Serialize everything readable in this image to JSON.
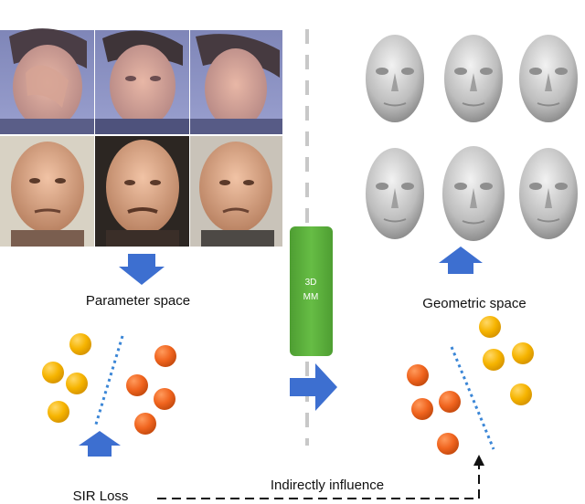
{
  "labels": {
    "parameter_space": "Parameter space",
    "geometric_space": "Geometric space",
    "sir_loss": "SIR Loss",
    "indirect": "Indirectly influence",
    "mm_line1": "3D",
    "mm_line2": "MM"
  },
  "faces": {
    "top_row": [
      "face-photo",
      "face-photo",
      "face-photo"
    ],
    "bottom_row": [
      "face-photo",
      "face-photo",
      "face-photo"
    ],
    "meshes": [
      "face-mesh",
      "face-mesh",
      "face-mesh",
      "face-mesh",
      "face-mesh",
      "face-mesh"
    ]
  },
  "colors": {
    "yellow_dot": "#f6b400",
    "orange_dot": "#f0641e",
    "arrow_blue": "#3d6fd0",
    "bar_green": "#5db13e",
    "separator_blue": "#3b86d6",
    "dashed_gray": "#c8c8c8"
  }
}
